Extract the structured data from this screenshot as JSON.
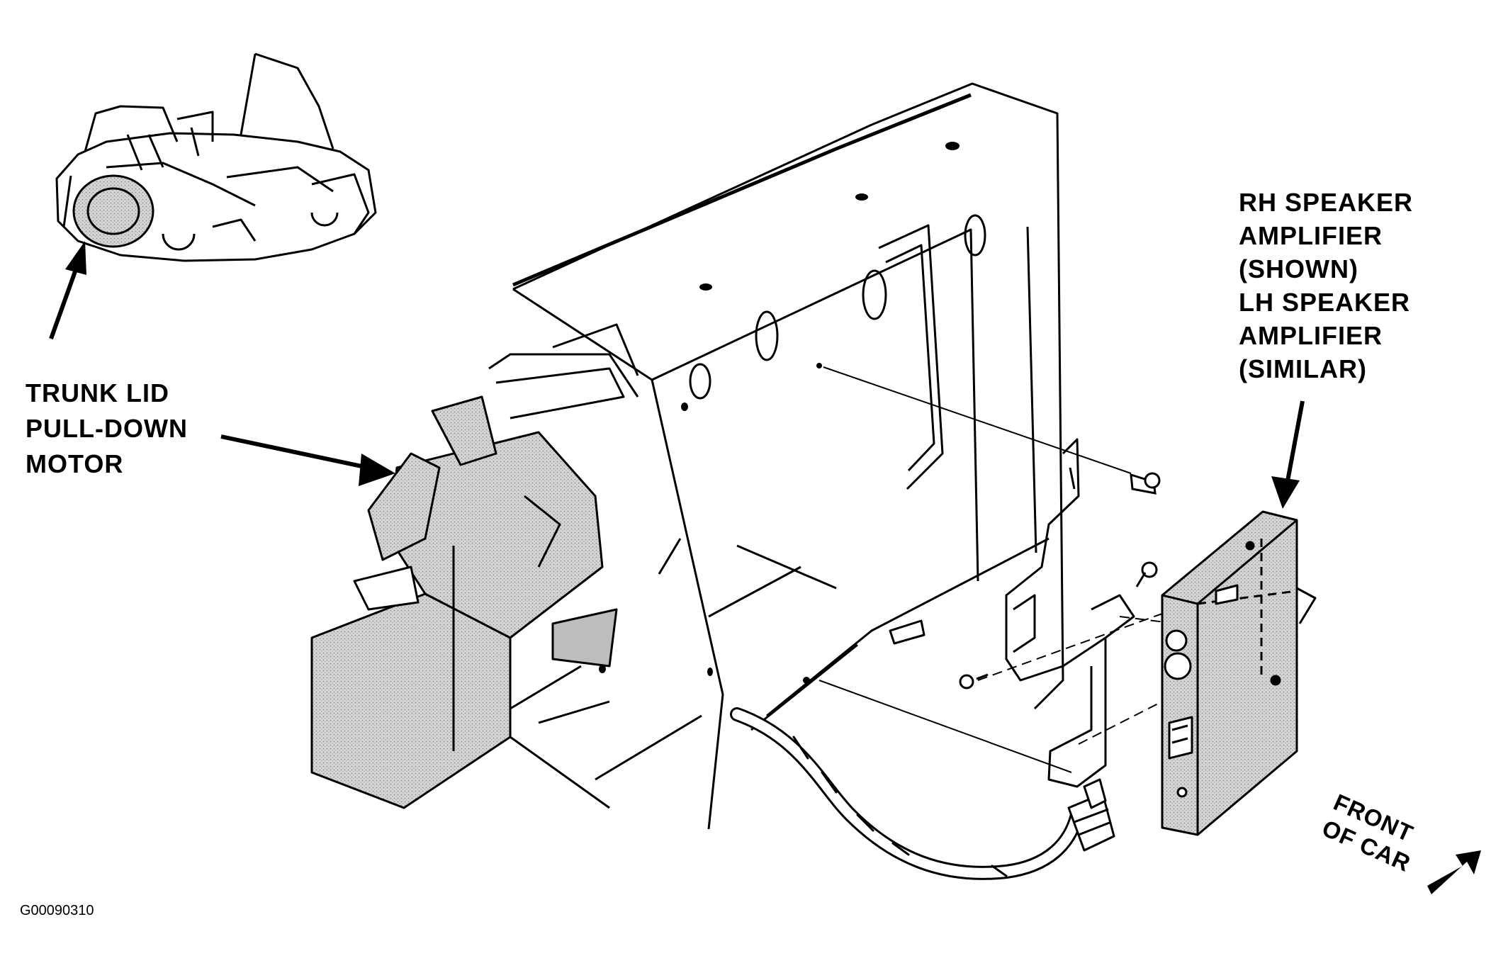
{
  "labels": {
    "motor": "TRUNK LID\nPULL-DOWN\nMOTOR",
    "amplifier": "RH SPEAKER\nAMPLIFIER\n(SHOWN)\nLH SPEAKER\nAMPLIFIER\n(SIMILAR)",
    "front": "FRONT\nOF CAR",
    "figure_code": "G00090310"
  },
  "colors": {
    "ink": "#000000",
    "shade": "#c4c4c4",
    "paper": "#ffffff"
  }
}
